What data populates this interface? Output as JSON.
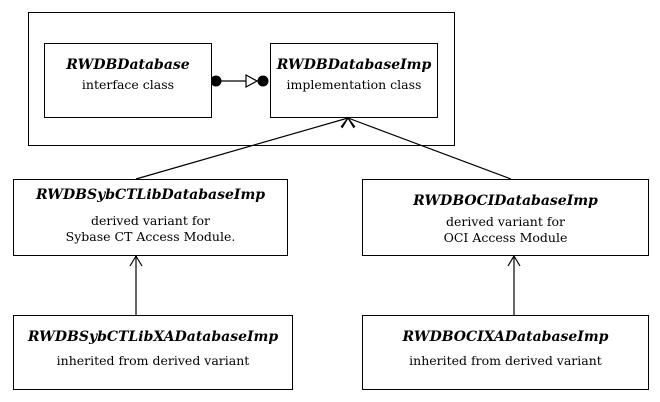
{
  "diagram": {
    "container": {
      "interface": {
        "name": "RWDBDatabase",
        "role": "interface class"
      },
      "implementation": {
        "name": "RWDBDatabaseImp",
        "role": "implementation class"
      }
    },
    "sybase_variant": {
      "name": "RWDBSybCTLibDatabaseImp",
      "desc_line1": "derived variant for",
      "desc_line2": "Sybase CT Access Module."
    },
    "oci_variant": {
      "name": "RWDBOCIDatabaseImp",
      "desc_line1": "derived variant for",
      "desc_line2": "OCI Access Module"
    },
    "sybase_xa": {
      "name": "RWDBSybCTLibXADatabaseImp",
      "desc": "inherited from derived variant"
    },
    "oci_xa": {
      "name": "RWDBOCIXADatabaseImp",
      "desc": "inherited from derived variant"
    }
  }
}
